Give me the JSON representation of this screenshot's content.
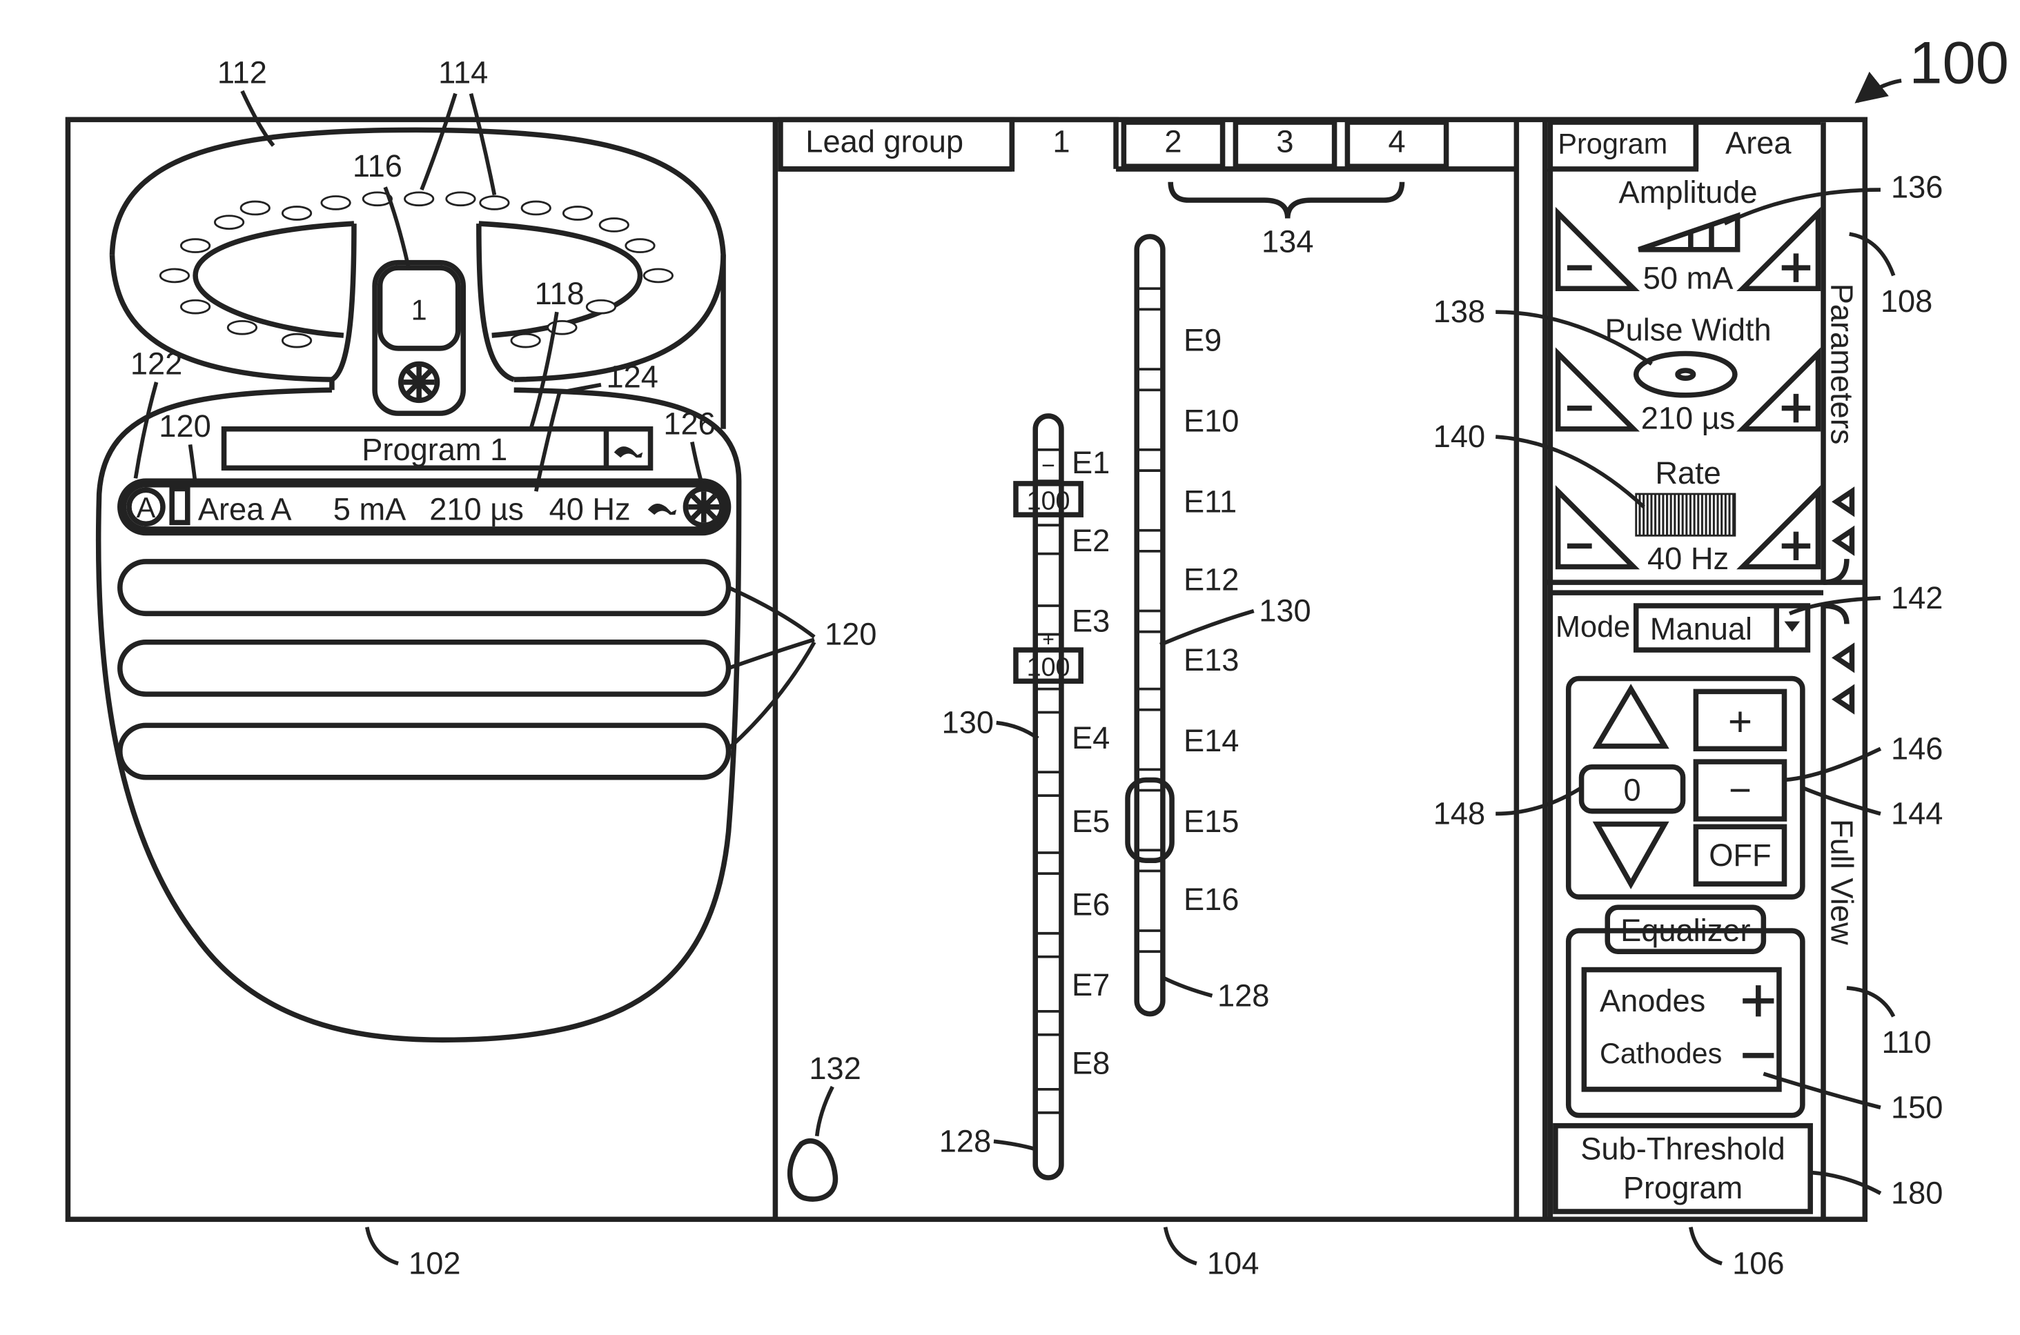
{
  "figure_number": "100",
  "left_panel": {
    "id": "102",
    "head_graphic_id": "112",
    "electrode_contacts_id": "114",
    "ipg_icon": {
      "id": "116",
      "number": "1"
    },
    "program_field": {
      "id": "118",
      "value": "Program 1"
    },
    "program_row": {
      "group_id": "122",
      "area_row_id": "120",
      "stim_label_id": "124",
      "toggle_id": "126",
      "badge": "A",
      "area": "Area A",
      "amplitude": "5 mA",
      "pulse_width": "210 µs",
      "rate": "40 Hz"
    },
    "empty_rows_id": "120"
  },
  "middle_panel": {
    "id": "104",
    "tabs_label": "Lead group",
    "tabs": [
      "1",
      "2",
      "3",
      "4"
    ],
    "tabs_group_id": "134",
    "left_lead": {
      "electrodes": [
        "E1",
        "E2",
        "E3",
        "E4",
        "E5",
        "E6",
        "E7",
        "E8"
      ],
      "values": [
        "100",
        "100"
      ],
      "signs": [
        "−",
        "+"
      ],
      "lead_id": "128",
      "electrode_id": "130"
    },
    "right_lead": {
      "electrodes": [
        "E9",
        "E10",
        "E11",
        "E12",
        "E13",
        "E14",
        "E15",
        "E16"
      ],
      "lead_id": "128",
      "electrode_id": "130"
    },
    "bubble_id": "132"
  },
  "right_panel": {
    "id": "106",
    "tabs": [
      "Program",
      "Area"
    ],
    "parameters_tab": {
      "label": "Parameters",
      "id": "108"
    },
    "full_view_tab": {
      "label": "Full View",
      "id": "110"
    },
    "amplitude": {
      "label": "Amplitude",
      "value": "50 mA",
      "id": "136"
    },
    "pulse_width": {
      "label": "Pulse Width",
      "value": "210 µs",
      "id": "138"
    },
    "rate": {
      "label": "Rate",
      "value": "40 Hz",
      "id": "140"
    },
    "mode": {
      "label": "Mode",
      "value": "Manual",
      "id": "142"
    },
    "steering": {
      "id": "144",
      "minus_id": "146",
      "counter": "0",
      "counter_id": "148",
      "plus": "+",
      "minus": "−",
      "off": "OFF"
    },
    "equalizer": {
      "label": "Equalizer",
      "anodes": "Anodes",
      "cathodes": "Cathodes",
      "id": "150"
    },
    "subthreshold": {
      "line1": "Sub-Threshold",
      "line2": "Program",
      "id": "180"
    }
  }
}
